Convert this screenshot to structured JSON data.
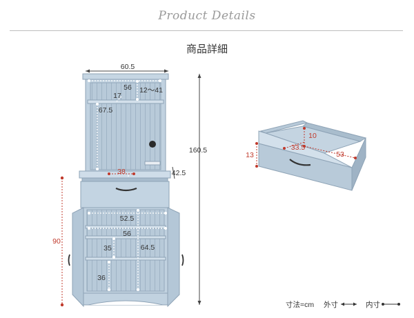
{
  "header": {
    "script_title": "Product Details",
    "subtitle": "商品詳細"
  },
  "cabinet_dims": {
    "width_top": "60.5",
    "inner_width_top": "56",
    "shelf_adjust": "12〜41",
    "shelf_depth": "17",
    "upper_height": "67.5",
    "total_height": "160.5",
    "counter_depth": "38",
    "depth": "42.5",
    "lower_inner_width": "52.5",
    "lower_width": "56",
    "lower_height": "90",
    "lower_inner_height": "64.5",
    "lower_shelf_gap": "35",
    "bottom_gap": "36"
  },
  "drawer_dims": {
    "height": "13",
    "inner_height": "10",
    "inner_depth": "33.5",
    "inner_width": "53"
  },
  "legend": {
    "unit_label": "寸法=cm",
    "outer_label": "外寸",
    "inner_label": "内寸"
  },
  "colors": {
    "cabinet": "#b8cad9",
    "cabinet_dark": "#8ea3b6",
    "outer_dim": "#c0392b",
    "inner_dim": "#ffffff",
    "line": "#444444"
  }
}
